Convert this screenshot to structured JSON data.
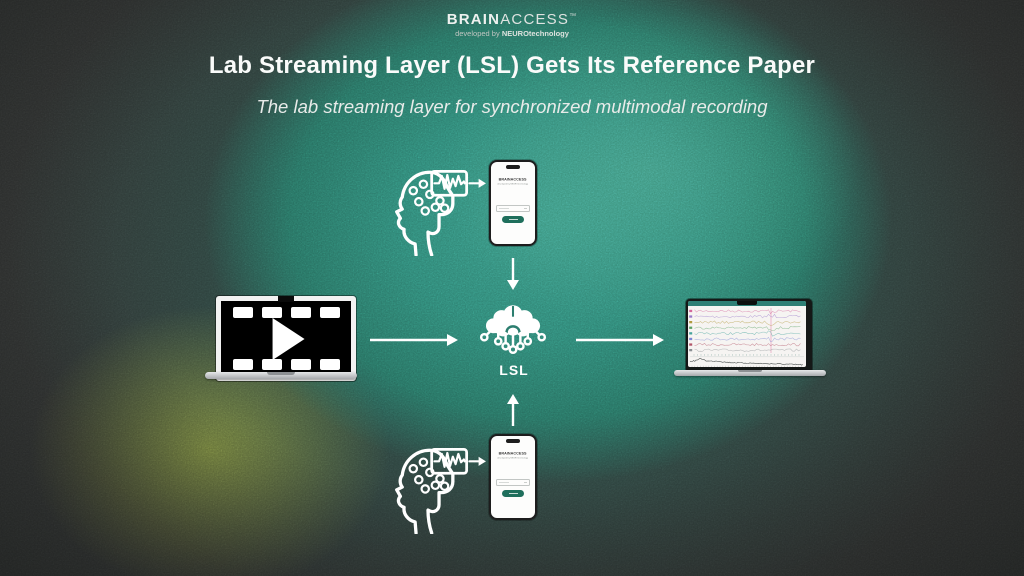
{
  "logo": {
    "brand_bold": "BRAIN",
    "brand_light": "ACCESS",
    "trademark": "™",
    "tagline_prefix": "developed by",
    "tagline_brand": "NEUROtechnology"
  },
  "header": {
    "title": "Lab Streaming Layer (LSL) Gets Its Reference Paper",
    "subtitle": "The lab streaming layer for synchronized multimodal recording"
  },
  "hub": {
    "label": "LSL"
  },
  "phone_app": {
    "brand": "BRAINACCESS",
    "tagline": "developed by NEUROtechnology"
  },
  "colors": {
    "background": "#303231",
    "teal_core": "#38917e",
    "teal_mid": "#2b7a6d",
    "yellow_glow": "#93a13e",
    "phone_button": "#1f6f5c",
    "eeg_topbar": "#2e7f75",
    "brain_detail": "#2c7e6f"
  },
  "eeg_screen": {
    "channel_colors": [
      "#d4679c",
      "#9a79c9",
      "#b09a3e",
      "#5aa163",
      "#45a39c",
      "#7b86d2",
      "#b25568",
      "#8a8f93"
    ],
    "event_marker_color": "#eaa8c2",
    "spectrum_color": "#4a4f4e",
    "tick_color": "#93b3ab"
  }
}
